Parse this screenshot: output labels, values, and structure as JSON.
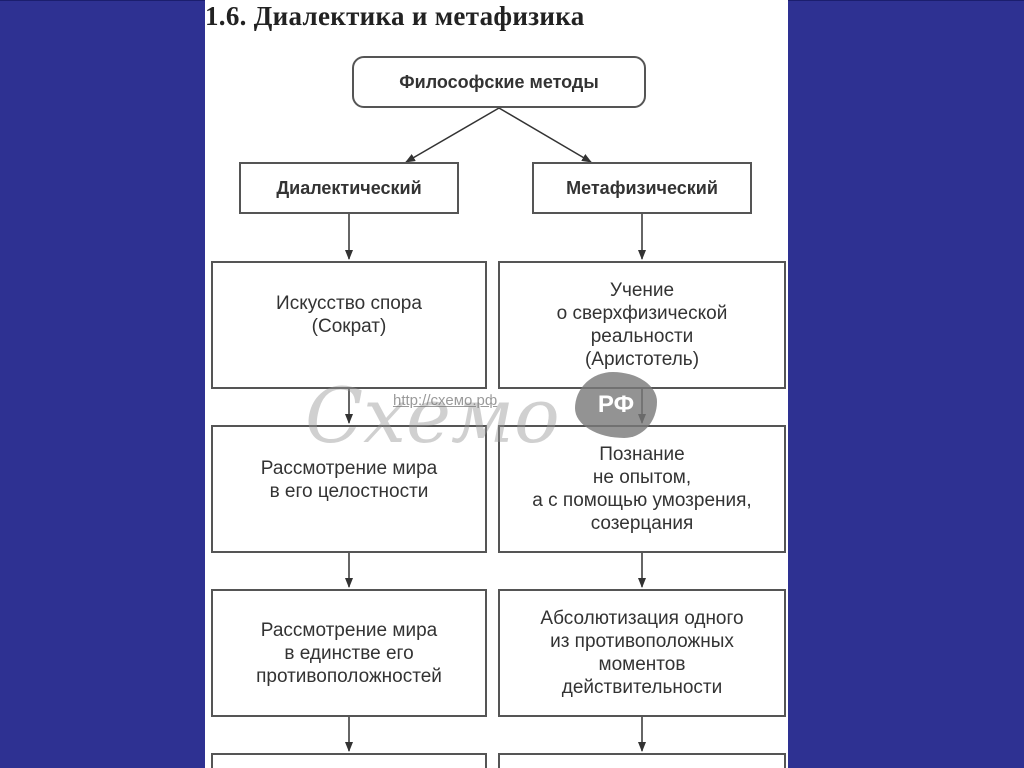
{
  "title": "1.6. Диалектика и метафизика",
  "diagram": {
    "root": "Философские методы",
    "left": {
      "label": "Диалектический",
      "items": [
        "Искусство спора\n(Сократ)",
        "Рассмотрение мира\nв его целостности",
        "Рассмотрение мира\nв единстве его\nпротивоположностей"
      ]
    },
    "right": {
      "label": "Метафизический",
      "items": [
        "Учение\nо сверхфизической\nреальности\n(Аристотель)",
        "Познание\nне опытом,\nа с помощью умозрения,\nсозерцания",
        "Абсолютизация одного\nиз противоположных\nмоментов\nдействительности"
      ]
    }
  },
  "watermark": {
    "word": "Схемо",
    "url": "http://схемо.рф",
    "badge": "РФ"
  }
}
